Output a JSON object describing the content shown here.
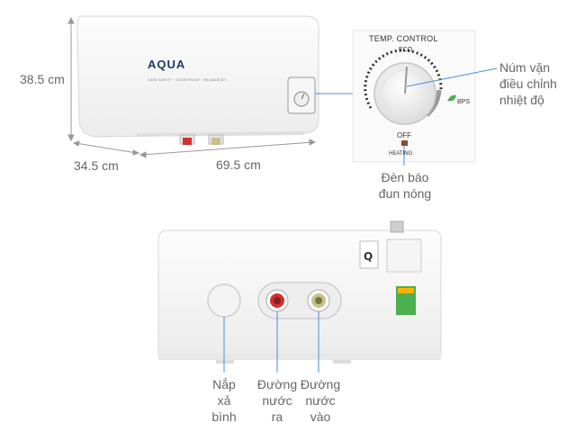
{
  "dimensions": {
    "height": "38.5 cm",
    "depth": "34.5 cm",
    "width": "69.5 cm"
  },
  "front_unit": {
    "brand": "AQUA",
    "tagline": "CAFE SAFETY · VOICE PROOF · RE-MADE BY"
  },
  "control_panel": {
    "title": "TEMP. CONTROL",
    "eco_label": "ECO",
    "off_label": "OFF",
    "bps_label": "BPS",
    "heating_label": "HEATING"
  },
  "callouts": {
    "knob": [
      "Núm vặn",
      "điều chỉnh",
      "nhiệt độ"
    ],
    "heating_light": [
      "Đèn báo",
      "đun nóng"
    ],
    "drain_cap": [
      "Nắp",
      "xả",
      "bình"
    ],
    "outlet": [
      "Đường",
      "nước",
      "ra"
    ],
    "inlet": [
      "Đường",
      "nước",
      "vào"
    ]
  },
  "colors": {
    "line": "#4a8fd6",
    "outlet_pipe": "#d32f2f",
    "inlet_pipe": "#c8c28a",
    "energy_label": "#4caf50"
  }
}
